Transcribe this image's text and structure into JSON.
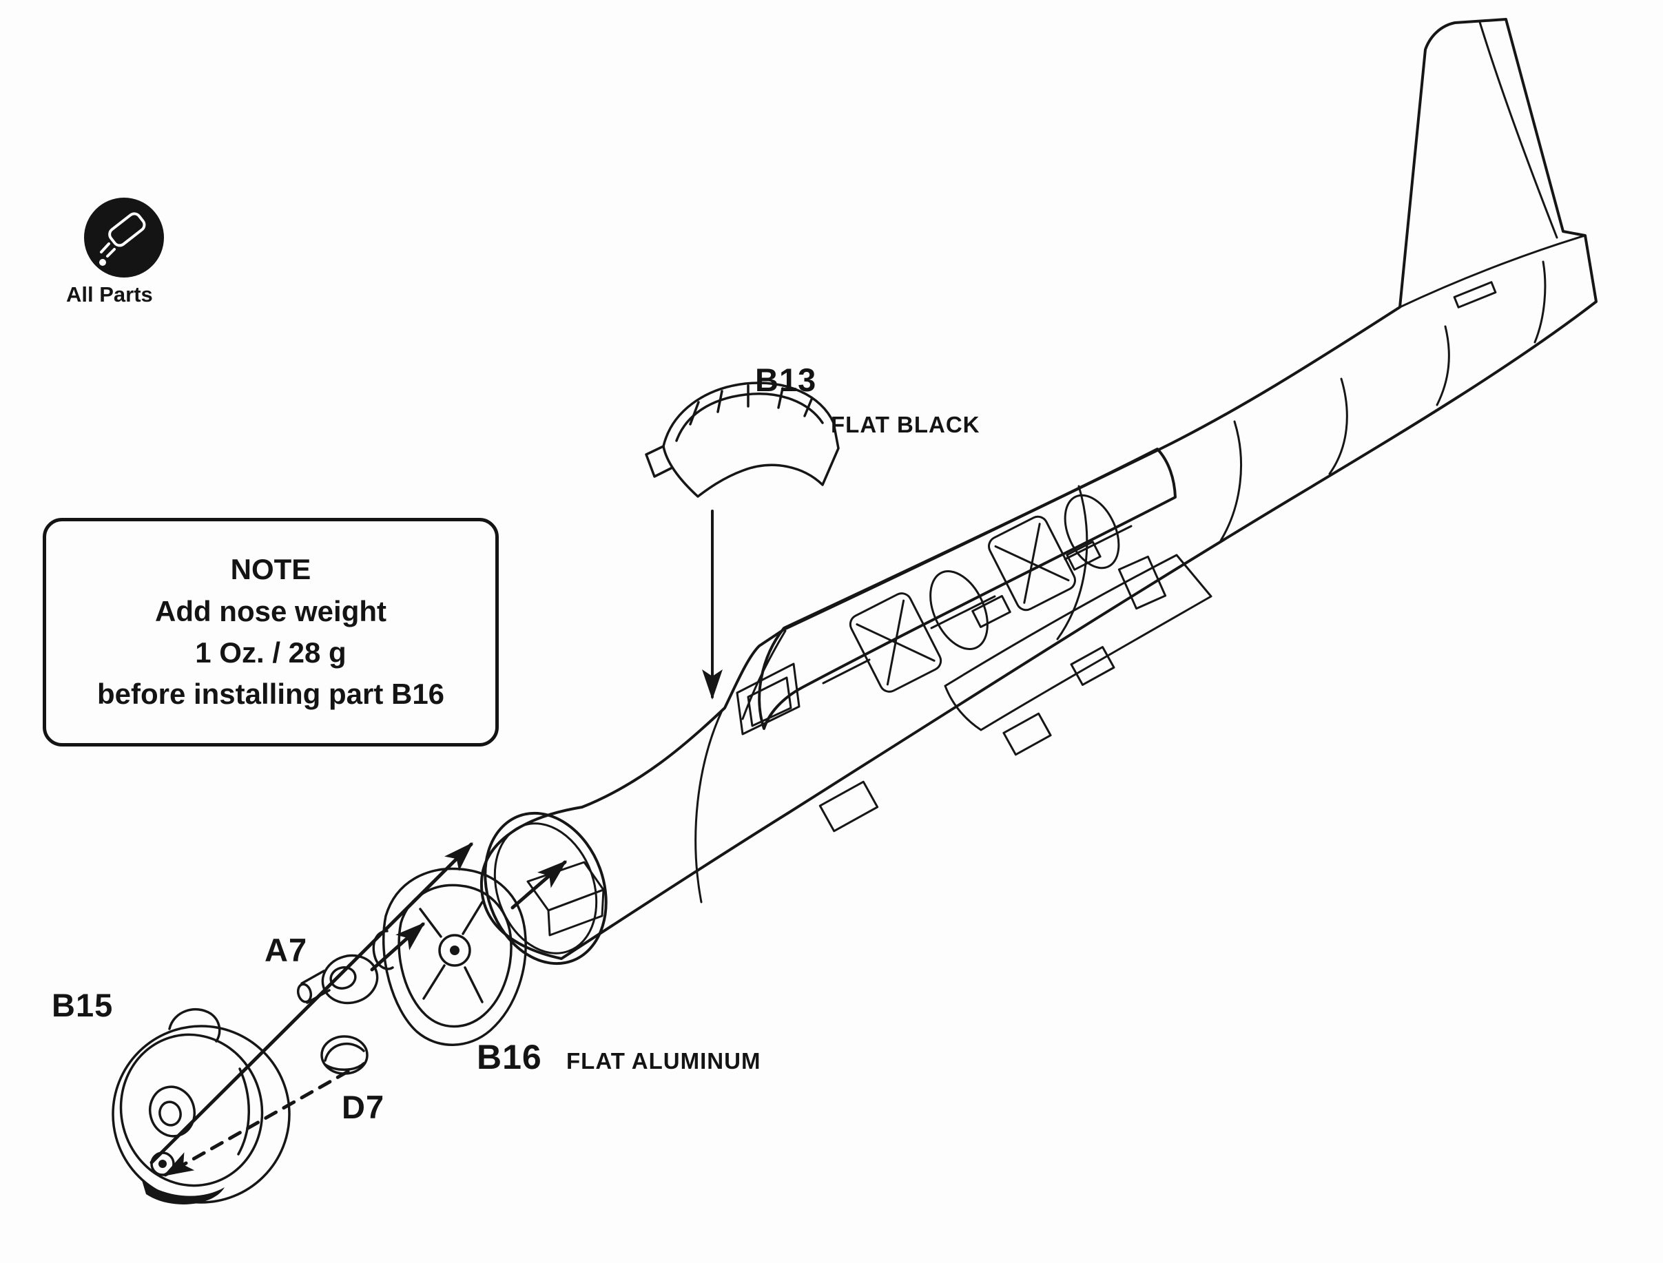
{
  "page": {
    "paper_color": "#fdfdfd",
    "ink_color": "#141414"
  },
  "legend": {
    "icon": "glue-tube-icon",
    "label": "All Parts"
  },
  "note": {
    "lines": [
      "NOTE",
      "Add nose weight",
      "1 Oz. / 28 g",
      "before installing part B16"
    ]
  },
  "parts": {
    "b13": {
      "id": "B13",
      "finish": "FLAT BLACK"
    },
    "b15": {
      "id": "B15"
    },
    "a7": {
      "id": "A7"
    },
    "d7": {
      "id": "D7"
    },
    "b16": {
      "id": "B16",
      "finish": "FLAT ALUMINUM"
    }
  }
}
